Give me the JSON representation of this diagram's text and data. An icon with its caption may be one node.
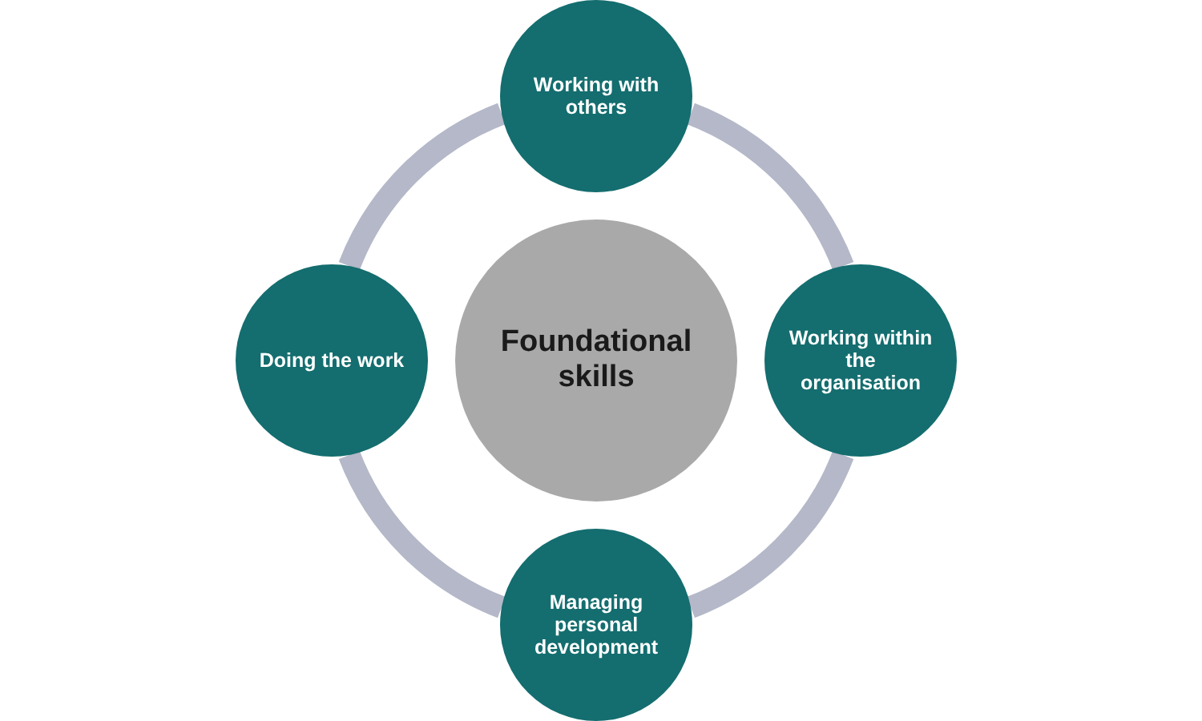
{
  "diagram": {
    "nodes": [
      {
        "text": [
          "Working with others"
        ]
      },
      {
        "text": [
          "Doing the work"
        ]
      },
      {
        "text": [
          "Foundational skills"
        ]
      },
      {
        "text": [
          "Working within the organisation"
        ]
      },
      {
        "text": [
          "Managing personal development"
        ]
      }
    ],
    "edges": [
      {
        "from": 0,
        "to": 3,
        "arrow": "none"
      },
      {
        "from": 3,
        "to": 4,
        "arrow": "none"
      },
      {
        "from": 4,
        "to": 1,
        "arrow": "none"
      },
      {
        "from": 1,
        "to": 0,
        "arrow": "none"
      }
    ]
  }
}
